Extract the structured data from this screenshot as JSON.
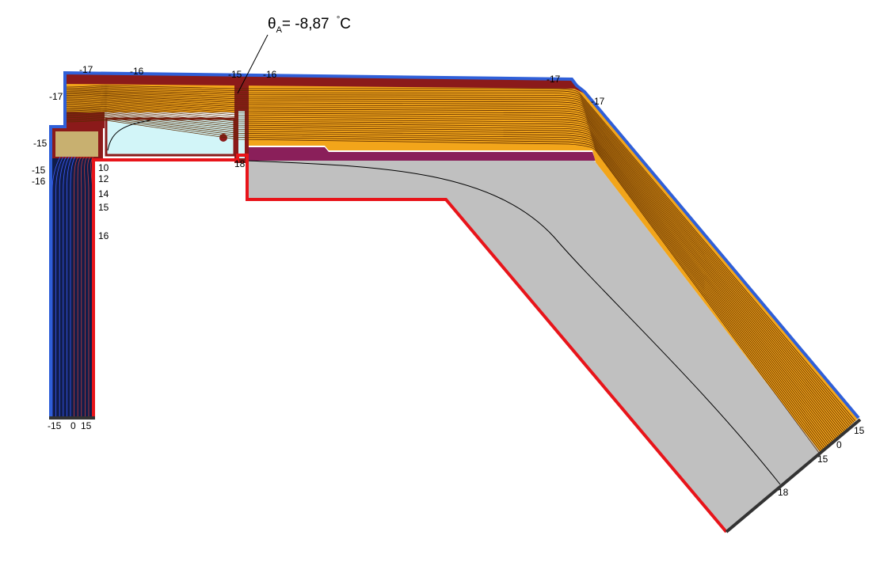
{
  "annotation": {
    "theta_symbol": "θ",
    "theta_subscript": "A",
    "theta_value": "= -8,87",
    "degree_mark": "°",
    "unit": "C"
  },
  "isotherm_labels": {
    "top_left_a": "-17",
    "top_left_b": "-16",
    "top_left_side": "-17",
    "window_left": "-15",
    "window_left_b": "-15",
    "window_left_c": "-16",
    "post_top": "-15",
    "post_top_b": "-16",
    "roof_right_a": "-17",
    "roof_right_b": "-17",
    "post_bottom": "18",
    "wall_bottom_a": "-15",
    "wall_bottom_b": "0",
    "wall_bottom_c": "15",
    "inner_10": "10",
    "inner_12": "12",
    "inner_14": "14",
    "inner_15": "15",
    "inner_16": "16",
    "slope_end_a": "15",
    "slope_end_b": "0",
    "slope_end_c": "15",
    "slope_end_d": "18"
  },
  "colors": {
    "insulation": "#f2a51a",
    "isotherm_line": "#5a2a00",
    "timber": "#8b1a1a",
    "membrane": "#8a1f5a",
    "concrete": "#c0c0c0",
    "exterior_boundary": "#2f5fd8",
    "interior_boundary": "#e8141a",
    "adiabatic_boundary": "#333333",
    "glass": "#d2f5f8",
    "wall_core": "#101c4a"
  }
}
